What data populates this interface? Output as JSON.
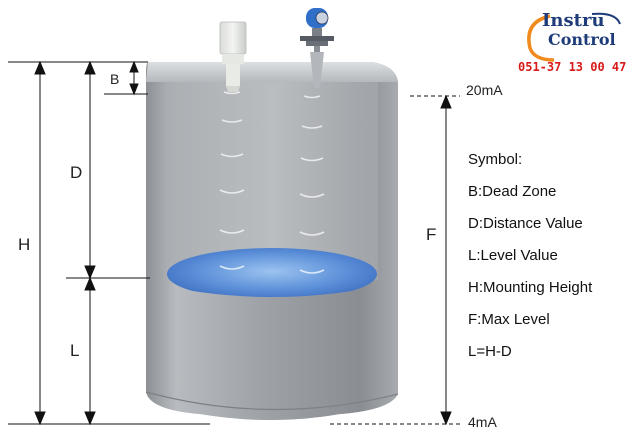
{
  "labels": {
    "B": "B",
    "D": "D",
    "H": "H",
    "L": "L",
    "F": "F",
    "top_current": "20mA",
    "bottom_current": "4mA"
  },
  "legend": {
    "title": "Symbol:",
    "items": [
      "B:Dead Zone",
      "D:Distance Value",
      "L:Level Value",
      "H:Mounting Height",
      "F:Max Level",
      "L=H-D"
    ]
  },
  "brand": {
    "logo_line1": "Instru",
    "logo_line2": "Control",
    "phone": "051-37 13 00 47"
  },
  "colors": {
    "tank": "#9a9ea3",
    "liquid": "#4a7fd0",
    "logo_blue": "#1f3c7a",
    "logo_orange": "#f08a1c",
    "phone_red": "#d81a1a"
  }
}
